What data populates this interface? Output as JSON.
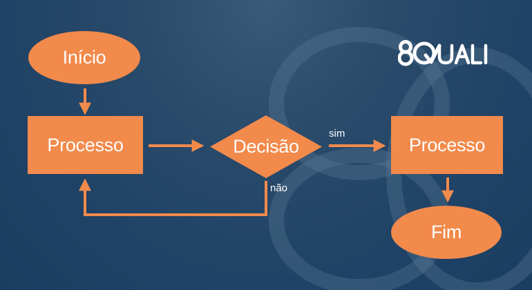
{
  "nodes": {
    "start": "Início",
    "process_left": "Processo",
    "decision": "Decisão",
    "process_right": "Processo",
    "end": "Fim"
  },
  "edges": {
    "yes_label": "sim",
    "no_label": "não"
  },
  "logo": {
    "text": "8QUALI"
  },
  "colors": {
    "accent": "#f28a4b",
    "background": "#23466a",
    "text": "#ffffff"
  }
}
